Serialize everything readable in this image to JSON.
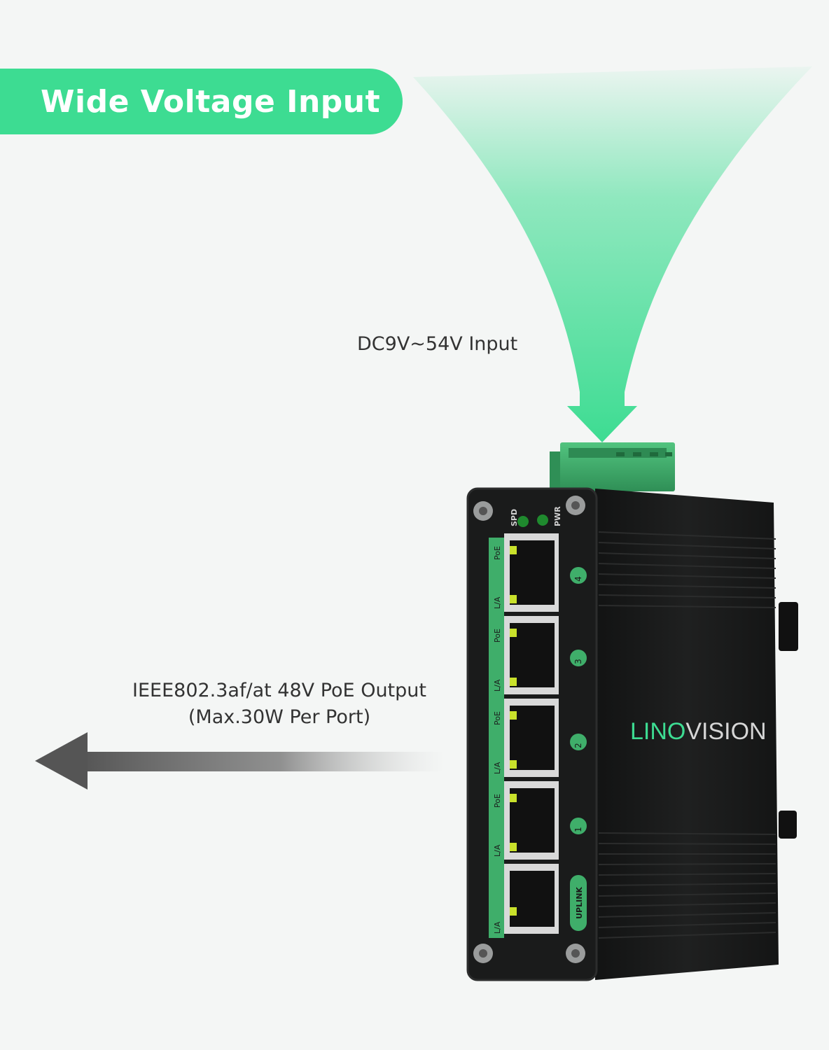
{
  "heading": "Wide Voltage Input",
  "input_label": "DC9V~54V Input",
  "output_label_line1": "IEEE802.3af/at 48V PoE Output",
  "output_label_line2": "(Max.30W Per Port)",
  "device": {
    "brand_part1": "LINO",
    "brand_part2": "VISION",
    "led_spd": "SPD",
    "led_pwr": "PWR",
    "port_labels": [
      "4",
      "3",
      "2",
      "1",
      "UPLINK"
    ],
    "poe_tag": "PoE",
    "la_tag": "L/A"
  },
  "colors": {
    "accent_green": "#3ddc92",
    "device_body": "#1b1c1c",
    "terminal_green": "#3fae6a",
    "arrow_gray": "#555555"
  }
}
